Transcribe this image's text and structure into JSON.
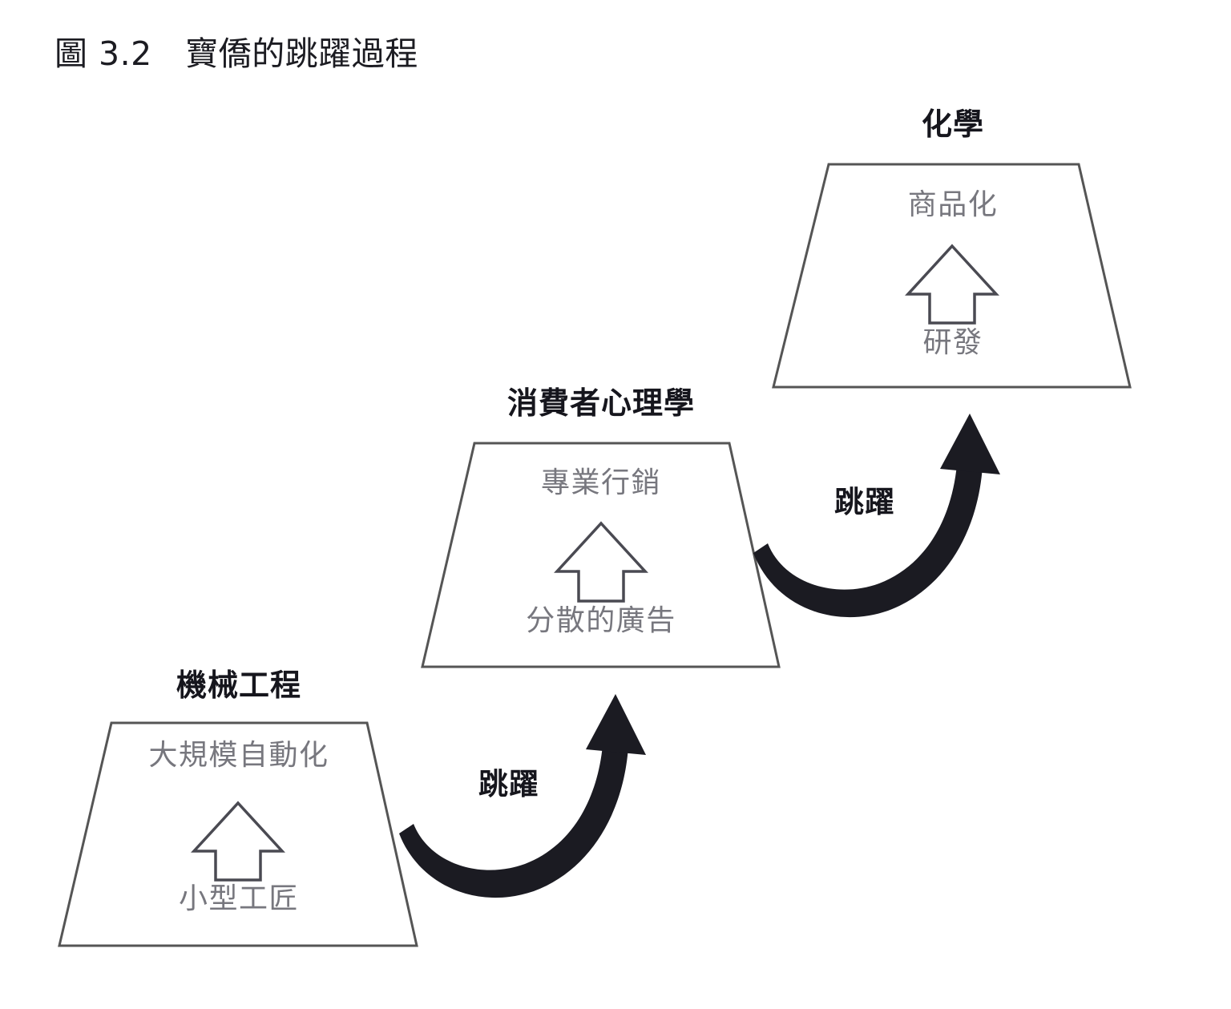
{
  "figure": {
    "caption": "圖 3.2　寶僑的跳躍過程",
    "caption_number": "3.2",
    "caption_title": "寶僑的跳躍過程"
  },
  "colors": {
    "background": "#ffffff",
    "outline": "#555555",
    "heading_text": "#16161d",
    "inner_text": "#77777e",
    "arrow_fill": "#1b1b22"
  },
  "diagram": {
    "type": "stage-progression",
    "stages": [
      {
        "id": "mechanical-engineering",
        "label": "機械工程",
        "to_state": "大規模自動化",
        "from_state": "小型工匠",
        "arrow_icon": "up-arrow-outline"
      },
      {
        "id": "consumer-psychology",
        "label": "消費者心理學",
        "to_state": "專業行銷",
        "from_state": "分散的廣告",
        "arrow_icon": "up-arrow-outline"
      },
      {
        "id": "chemistry",
        "label": "化學",
        "to_state": "商品化",
        "from_state": "研發",
        "arrow_icon": "up-arrow-outline"
      }
    ],
    "transitions": [
      {
        "id": "jump-1",
        "label": "跳躍",
        "from": "mechanical-engineering",
        "to": "consumer-psychology",
        "icon": "curved-arrow-up-right"
      },
      {
        "id": "jump-2",
        "label": "跳躍",
        "from": "consumer-psychology",
        "to": "chemistry",
        "icon": "curved-arrow-up-right"
      }
    ]
  }
}
